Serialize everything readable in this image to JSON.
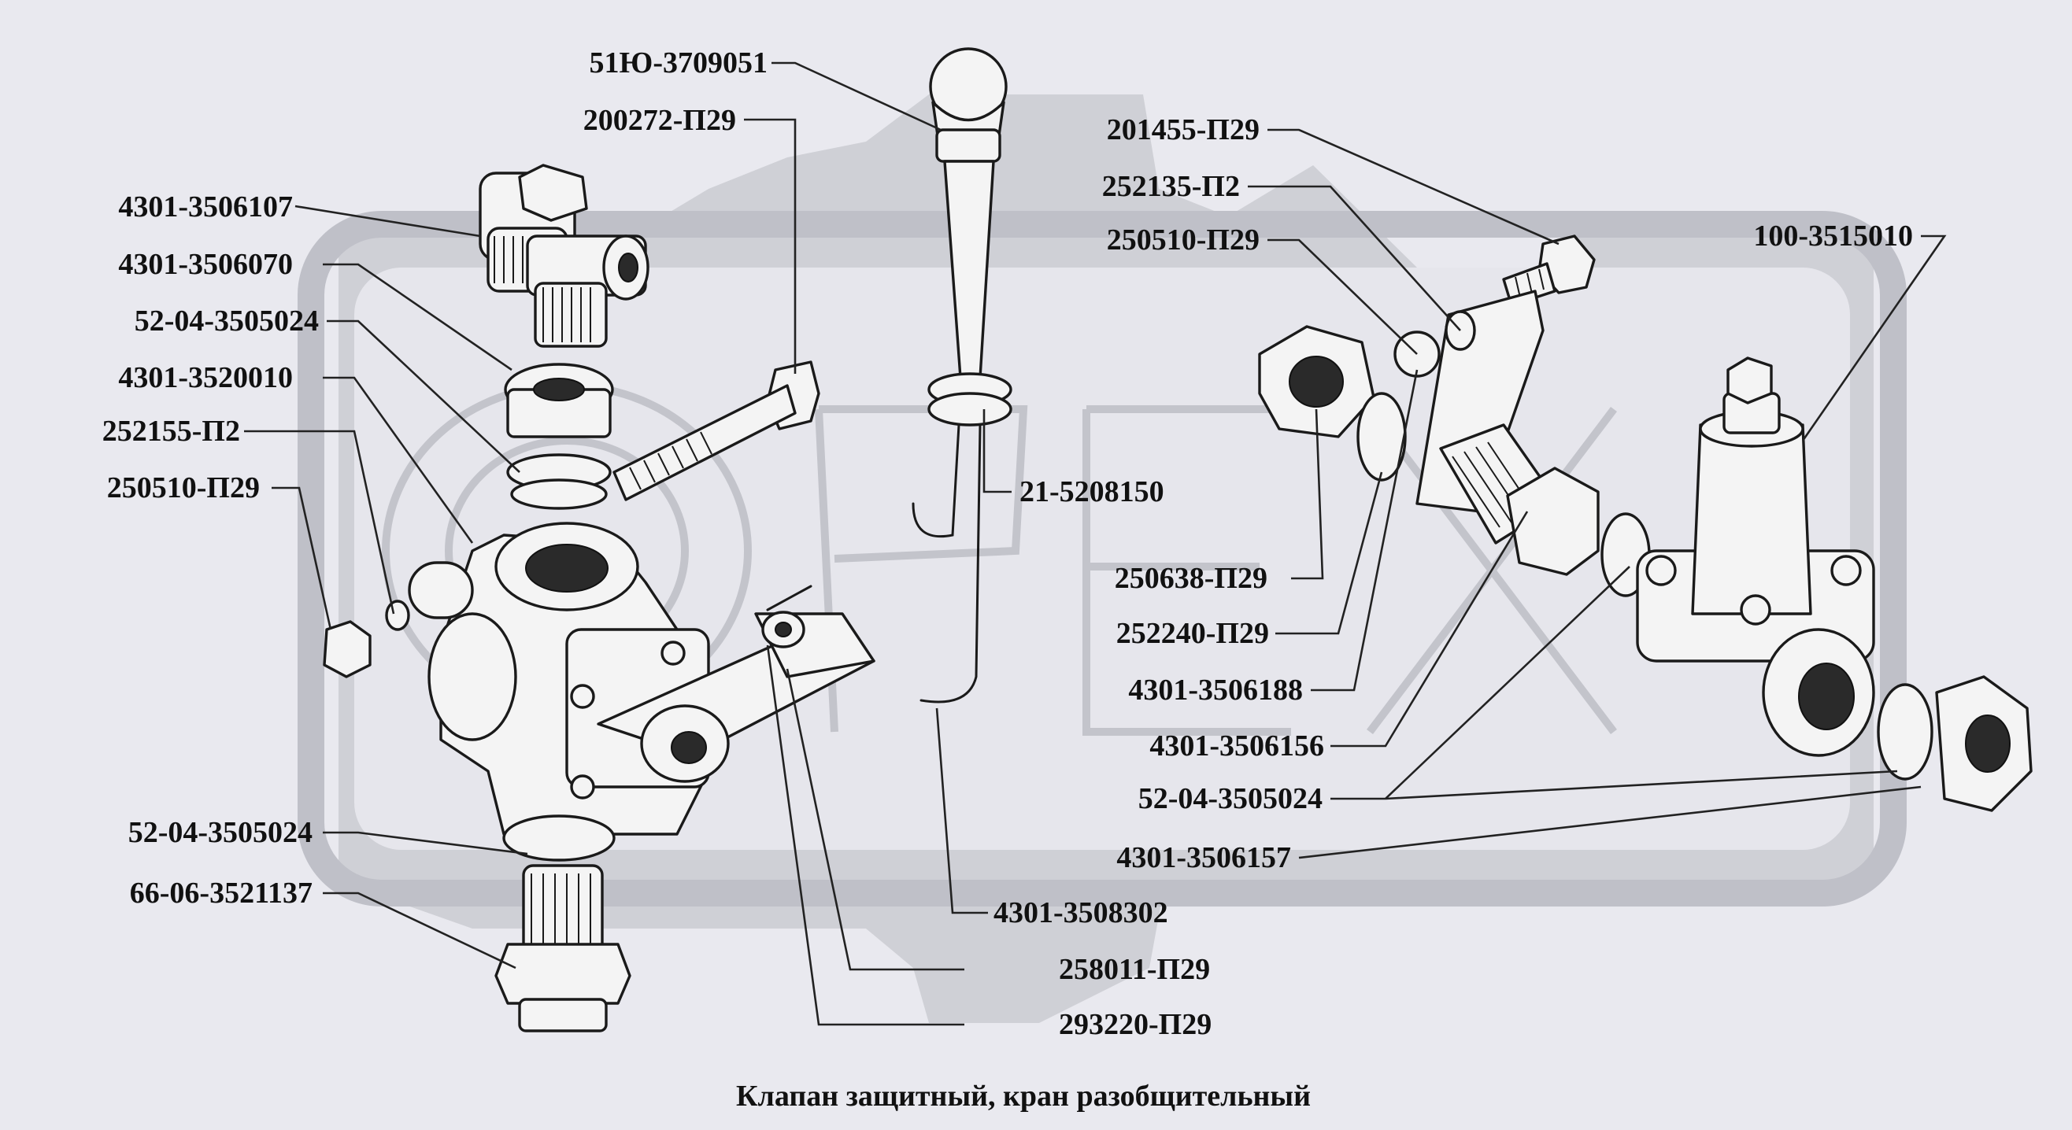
{
  "caption": "Клапан защитный, кран разобщительный",
  "watermark": {
    "text": "ОРЕХ",
    "color": "#cfd0d6"
  },
  "labels": {
    "left": [
      "4301-3506107",
      "4301-3506070",
      "52-04-3505024",
      "4301-3520010",
      "252155-П2",
      "250510-П29",
      "52-04-3505024",
      "66-06-3521137"
    ],
    "top": [
      "51Ю-3709051",
      "200272-П29"
    ],
    "middle": [
      "21-5208150",
      "250638-П29",
      "252240-П29",
      "4301-3506188",
      "4301-3506156",
      "52-04-3505024",
      "4301-3506157",
      "4301-3508302",
      "258011-П29",
      "293220-П29"
    ],
    "right": [
      "201455-П29",
      "252135-П2",
      "250510-П29",
      "100-3515010"
    ]
  }
}
